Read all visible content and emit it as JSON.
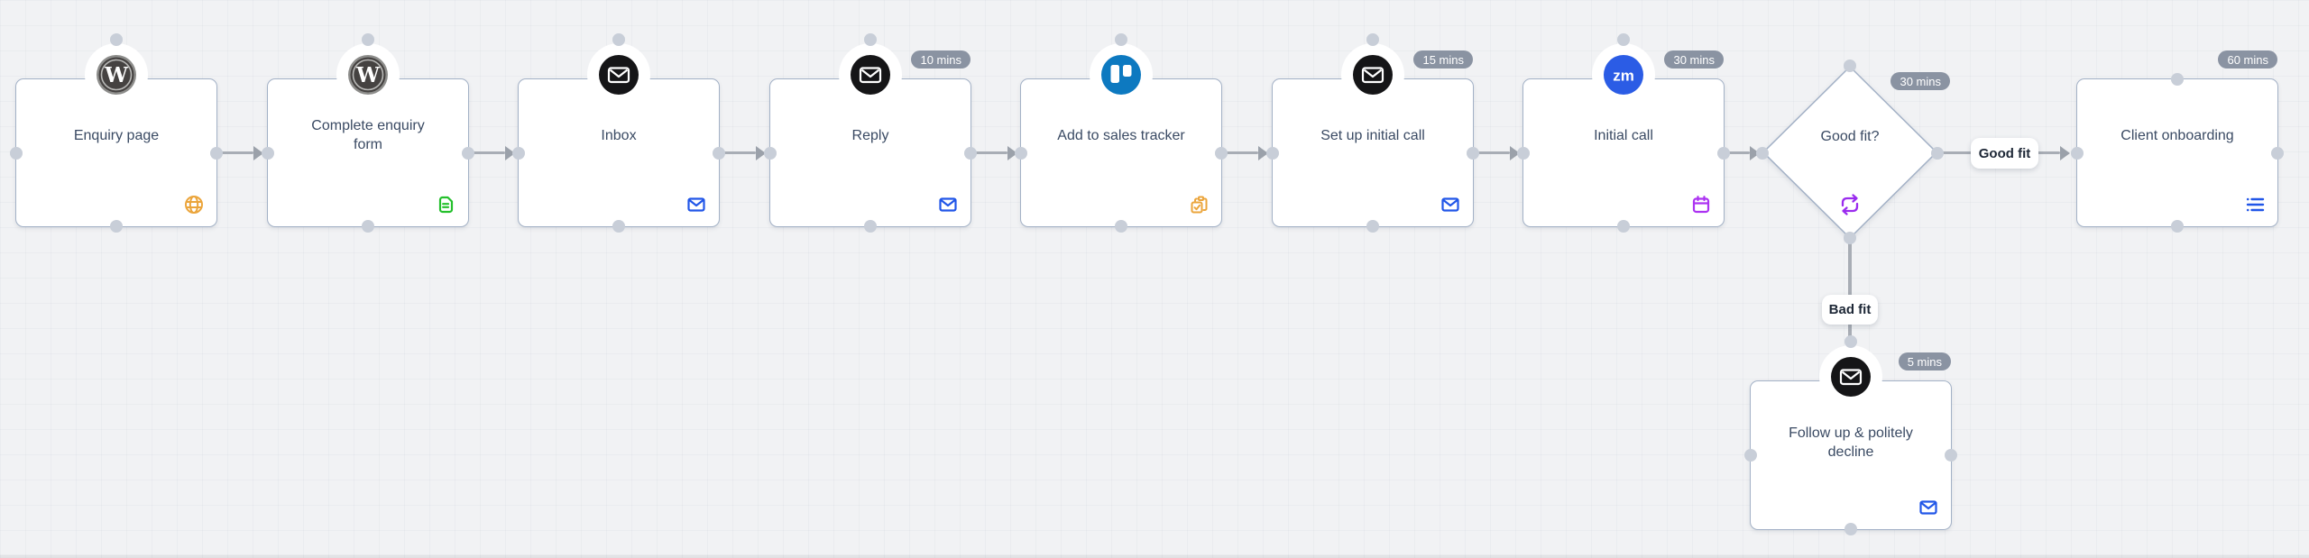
{
  "canvas_colors": {
    "background": "#F1F2F4",
    "node_border": "#A3B1C6",
    "node_text": "#3A4A63",
    "edge_gray": "#A8ADB5",
    "badge_gray": "#8A93A2",
    "accent_blue": "#2156E8",
    "accent_orange": "#EBA53C",
    "accent_green": "#24C02C",
    "accent_purple_calendar": "#AC32F2",
    "accent_purple_swap": "#9A2BEE",
    "trello_blue": "#0D79C0",
    "zoom_blue": "#2B5CE5",
    "email_black": "#151517"
  },
  "nodes": [
    {
      "id": "enquiry-page",
      "label": "Enquiry page",
      "top_icon": "wordpress-icon",
      "corner_icon": "globe-icon"
    },
    {
      "id": "complete-enquiry-form",
      "label": "Complete enquiry form",
      "top_icon": "wordpress-icon",
      "corner_icon": "document-icon"
    },
    {
      "id": "inbox",
      "label": "Inbox",
      "top_icon": "email-icon",
      "corner_icon": "mail-icon"
    },
    {
      "id": "reply",
      "label": "Reply",
      "top_icon": "email-icon",
      "corner_icon": "mail-icon",
      "badge": "10 mins"
    },
    {
      "id": "add-to-sales-tracker",
      "label": "Add to sales tracker",
      "top_icon": "trello-icon",
      "corner_icon": "clipboard-check-icon"
    },
    {
      "id": "set-up-initial-call",
      "label": "Set up initial call",
      "top_icon": "email-icon",
      "corner_icon": "mail-icon",
      "badge": "15 mins"
    },
    {
      "id": "initial-call",
      "label": "Initial call",
      "top_icon": "zoom-icon",
      "corner_icon": "calendar-icon",
      "badge": "30 mins"
    },
    {
      "id": "good-fit-decision",
      "label": "Good fit?",
      "shape": "diamond",
      "corner_icon": "swap-icon",
      "badge": "30 mins"
    },
    {
      "id": "client-onboarding",
      "label": "Client onboarding",
      "corner_icon": "list-icon",
      "badge": "60 mins"
    },
    {
      "id": "follow-up-politely-decline",
      "label": "Follow up & politely decline",
      "top_icon": "email-icon",
      "corner_icon": "mail-icon",
      "badge": "5 mins"
    }
  ],
  "edge_labels": {
    "good_fit": "Good fit",
    "bad_fit": "Bad fit"
  },
  "icon_glyphs": {
    "wordpress_letter": "W",
    "zoom_text": "zm"
  }
}
